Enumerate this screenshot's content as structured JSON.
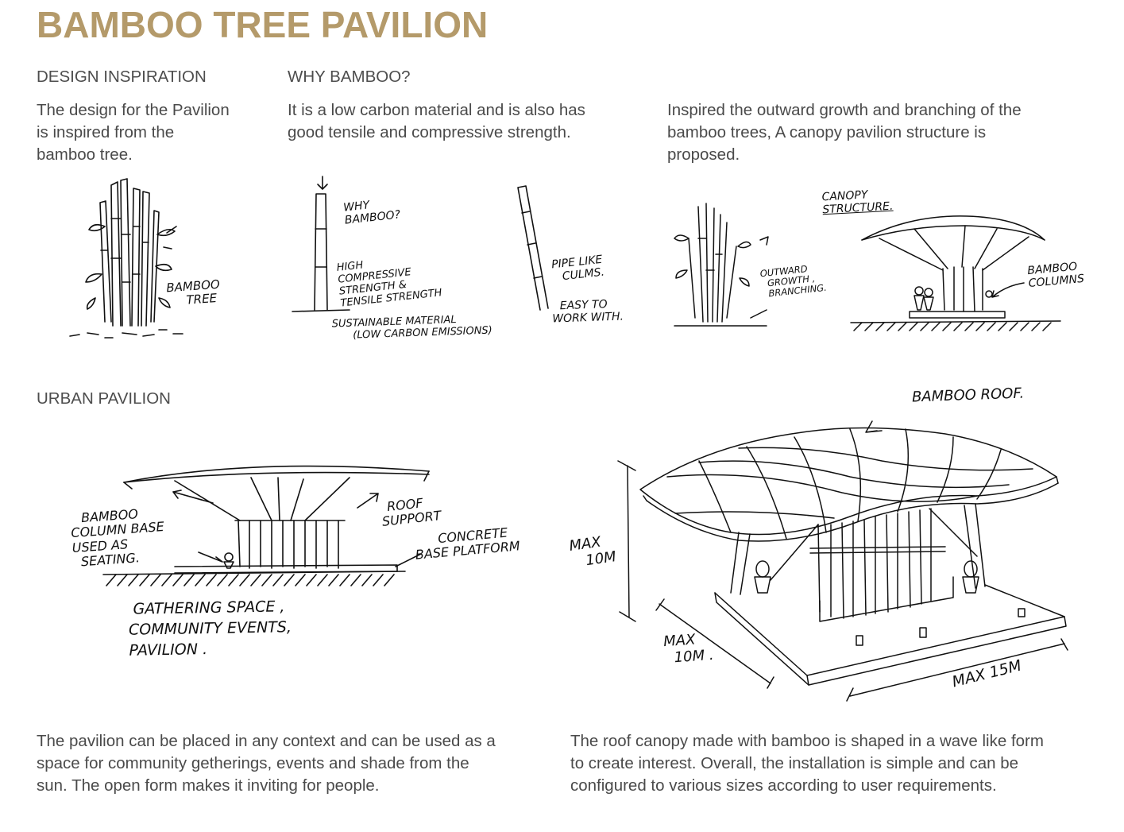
{
  "title": "BAMBOO TREE PAVILION",
  "sections": {
    "inspiration": {
      "heading": "DESIGN INSPIRATION",
      "lines": [
        "The design for the Pavilion",
        "is inspired from the",
        "bamboo tree."
      ]
    },
    "why": {
      "heading": "WHY BAMBOO?",
      "lines": [
        "It is a low carbon material and is also has",
        "good tensile and compressive strength."
      ]
    },
    "canopy": {
      "lines": [
        "Inspired the outward growth and branching of the",
        "bamboo trees, A canopy pavilion structure is",
        "proposed."
      ]
    },
    "urban": {
      "heading": "URBAN PAVILION"
    },
    "bottom_left": {
      "lines": [
        "The pavilion can be placed in any context and can be used as a",
        "space for community getherings, events and shade from the",
        "sun. The open form makes it inviting for people."
      ]
    },
    "bottom_right": {
      "lines": [
        "The roof canopy made with bamboo is shaped in a wave like form",
        "to create interest. Overall, the installation is simple and can be",
        "configured to various sizes according to user requirements."
      ]
    }
  },
  "sketch_labels": {
    "bamboo_tree": [
      "BAMBOO",
      "TREE"
    ],
    "why_bamboo": [
      "WHY",
      "BAMBOO?"
    ],
    "strength": [
      "HIGH",
      "COMPRESSIVE",
      "STRENGTH &",
      "TENSILE STRENGTH"
    ],
    "sustainable": [
      "SUSTAINABLE MATERIAL",
      "(LOW CARBON EMISSIONS)"
    ],
    "pipe": [
      "PIPE LIKE",
      "CULMS."
    ],
    "easy": [
      "EASY TO",
      "WORK WITH."
    ],
    "canopy_structure": [
      "CANOPY",
      "STRUCTURE."
    ],
    "outward": [
      "OUTWARD",
      "GROWTH ,",
      "BRANCHING."
    ],
    "bamboo_columns": [
      "BAMBOO",
      "COLUMNS"
    ],
    "column_base": [
      "BAMBOO",
      "COLUMN BASE",
      "USED AS",
      "SEATING."
    ],
    "roof_support": [
      "ROOF",
      "SUPPORT"
    ],
    "concrete": [
      "CONCRETE",
      "BASE PLATFORM"
    ],
    "gathering": [
      "GATHERING SPACE ,",
      "COMMUNITY EVENTS,",
      "PAVILION ."
    ],
    "bamboo_roof": "BAMBOO ROOF.",
    "max_height": [
      "MAX",
      "10M"
    ],
    "max_depth": [
      "MAX",
      "10M ."
    ],
    "max_width": "MAX 15M"
  }
}
